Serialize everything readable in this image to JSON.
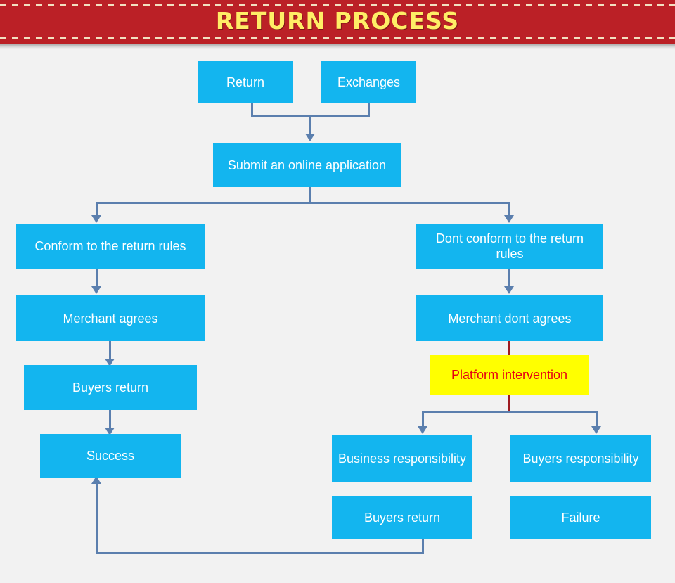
{
  "header": {
    "title": "RETURN PROCESS",
    "background_color": "#bb2026",
    "title_color": "#ffee66",
    "dash_color": "#f2e0c0"
  },
  "theme": {
    "canvas_color": "#f2f2f2",
    "node_color": "#13b5ef",
    "node_text_color": "#ffffff",
    "highlight_color": "#ffff00",
    "highlight_text_color": "#e60012",
    "connector_color": "#5b7fae",
    "connector_accent_color": "#9e1b20"
  },
  "nodes": [
    {
      "id": "return",
      "label": "Return"
    },
    {
      "id": "exchanges",
      "label": "Exchanges"
    },
    {
      "id": "submit",
      "label": "Submit an online application"
    },
    {
      "id": "conform",
      "label": "Conform to the return rules"
    },
    {
      "id": "not-conform",
      "label": "Dont conform to the return rules"
    },
    {
      "id": "merchant-agrees",
      "label": "Merchant agrees"
    },
    {
      "id": "merchant-disagrees",
      "label": "Merchant dont agrees"
    },
    {
      "id": "buyers-return-left",
      "label": "Buyers return"
    },
    {
      "id": "platform",
      "label": "Platform intervention"
    },
    {
      "id": "success",
      "label": "Success"
    },
    {
      "id": "business-resp",
      "label": "Business responsibility"
    },
    {
      "id": "buyers-resp",
      "label": "Buyers responsibility"
    },
    {
      "id": "buyers-return-mid",
      "label": "Buyers return"
    },
    {
      "id": "failure",
      "label": "Failure"
    }
  ],
  "edges": [
    {
      "from": "return",
      "to": "submit"
    },
    {
      "from": "exchanges",
      "to": "submit"
    },
    {
      "from": "submit",
      "to": "conform"
    },
    {
      "from": "submit",
      "to": "not-conform"
    },
    {
      "from": "conform",
      "to": "merchant-agrees"
    },
    {
      "from": "merchant-agrees",
      "to": "buyers-return-left"
    },
    {
      "from": "buyers-return-left",
      "to": "success"
    },
    {
      "from": "not-conform",
      "to": "merchant-disagrees"
    },
    {
      "from": "merchant-disagrees",
      "to": "platform"
    },
    {
      "from": "platform",
      "to": "business-resp"
    },
    {
      "from": "platform",
      "to": "buyers-resp"
    },
    {
      "from": "business-resp",
      "to": "buyers-return-mid"
    },
    {
      "from": "buyers-resp",
      "to": "failure"
    },
    {
      "from": "buyers-return-mid",
      "to": "success"
    }
  ]
}
